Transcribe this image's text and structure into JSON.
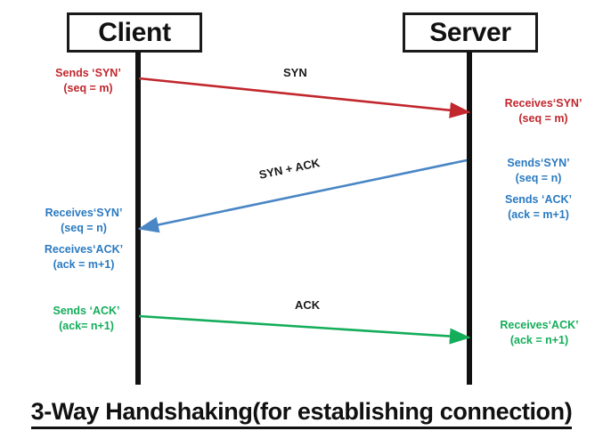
{
  "diagram": {
    "caption": "3-Way Handshaking(for establishing connection)",
    "nodes": {
      "client": "Client",
      "server": "Server"
    },
    "colors": {
      "syn": "#c1272d",
      "syn_ack": "#2a7ac0",
      "ack": "#14ad5a",
      "lifeline": "#111111",
      "box_border": "#1a1a1a",
      "text": "#111111",
      "background": "#ffffff"
    },
    "messages": [
      {
        "name": "syn",
        "label": "SYN",
        "direction": "client-to-server",
        "color": "#c1272d"
      },
      {
        "name": "syn-ack",
        "label": "SYN + ACK",
        "direction": "server-to-client",
        "color": "#2a7ac0"
      },
      {
        "name": "ack",
        "label": "ACK",
        "direction": "client-to-server",
        "color": "#14ad5a"
      }
    ],
    "notes": {
      "client_syn": {
        "line1": "Sends ‘SYN’",
        "line2": "(seq = m)"
      },
      "server_syn": {
        "line1": "Receives‘SYN’",
        "line2": "(seq = m)"
      },
      "server_syn_ack": {
        "line1": "Sends‘SYN’",
        "line2": "(seq = n)",
        "line3": "Sends ‘ACK’",
        "line4": "(ack = m+1)"
      },
      "client_syn_ack": {
        "line1": "Receives‘SYN’",
        "line2": "(seq = n)",
        "line3": "Receives‘ACK’",
        "line4": "(ack = m+1)"
      },
      "client_ack": {
        "line1": "Sends ‘ACK’",
        "line2": "(ack= n+1)"
      },
      "server_ack": {
        "line1": "Receives‘ACK’",
        "line2": "(ack = n+1)"
      }
    }
  }
}
